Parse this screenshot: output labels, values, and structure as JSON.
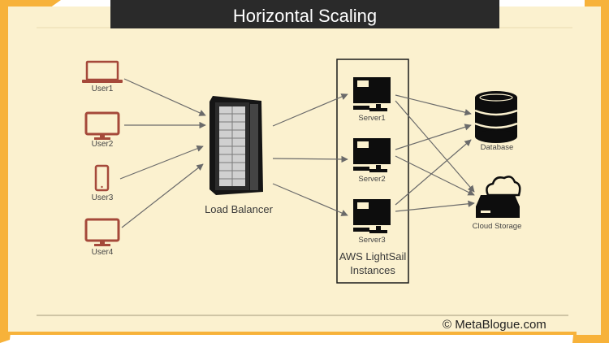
{
  "title": "Horizontal Scaling",
  "users": [
    {
      "label": "User1",
      "device": "laptop-icon"
    },
    {
      "label": "User2",
      "device": "desktop-monitor-icon"
    },
    {
      "label": "User3",
      "device": "smartphone-icon"
    },
    {
      "label": "User4",
      "device": "desktop-monitor-icon"
    }
  ],
  "load_balancer": {
    "label": "Load Balancer",
    "icon": "server-rack-icon"
  },
  "servers": [
    {
      "label": "Server1",
      "icon": "computer-icon"
    },
    {
      "label": "Server2",
      "icon": "computer-icon"
    },
    {
      "label": "Server3",
      "icon": "computer-icon"
    }
  ],
  "instances_group": {
    "line1": "AWS LightSail",
    "line2": "Instances"
  },
  "database": {
    "label": "Database",
    "icon": "database-icon"
  },
  "cloud_storage": {
    "label": "Cloud Storage",
    "icon": "cloud-storage-icon"
  },
  "credit": {
    "symbol": "©",
    "text": "MetaBlogue.com"
  },
  "colors": {
    "background": "#fbf1cf",
    "frame_orange": "#f7b23a",
    "title_bar": "#2a2a2a",
    "user_icons": "#a5493a",
    "icons": "#111111",
    "arrows": "#666666"
  }
}
